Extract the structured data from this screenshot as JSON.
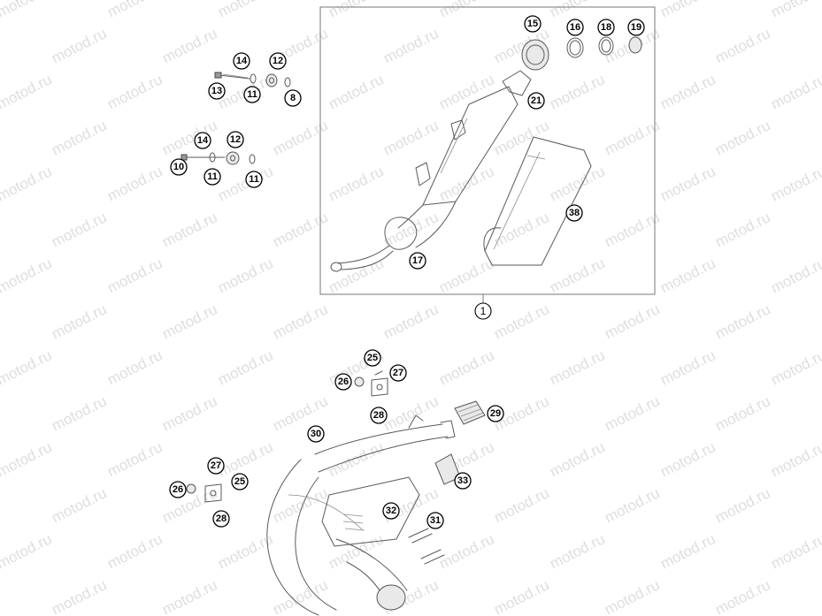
{
  "diagram": {
    "watermark": "motod.ru",
    "callouts": [
      {
        "id": "1"
      },
      {
        "id": "8"
      },
      {
        "id": "10"
      },
      {
        "id": "11a"
      },
      {
        "id": "11b"
      },
      {
        "id": "11c"
      },
      {
        "id": "12a"
      },
      {
        "id": "12b"
      },
      {
        "id": "13"
      },
      {
        "id": "14a"
      },
      {
        "id": "14b"
      },
      {
        "id": "15"
      },
      {
        "id": "16"
      },
      {
        "id": "17"
      },
      {
        "id": "18"
      },
      {
        "id": "19"
      },
      {
        "id": "21"
      },
      {
        "id": "25a"
      },
      {
        "id": "25b"
      },
      {
        "id": "26a"
      },
      {
        "id": "26b"
      },
      {
        "id": "27a"
      },
      {
        "id": "27b"
      },
      {
        "id": "28a"
      },
      {
        "id": "28b"
      },
      {
        "id": "29"
      },
      {
        "id": "30"
      },
      {
        "id": "31"
      },
      {
        "id": "32"
      },
      {
        "id": "33"
      },
      {
        "id": "38"
      }
    ],
    "labels": {
      "c1": "1",
      "c8": "8",
      "c10": "10",
      "c11a": "11",
      "c11b": "11",
      "c11c": "11",
      "c12a": "12",
      "c12b": "12",
      "c13": "13",
      "c14a": "14",
      "c14b": "14",
      "c15": "15",
      "c16": "16",
      "c17": "17",
      "c18": "18",
      "c19": "19",
      "c21": "21",
      "c25a": "25",
      "c25b": "25",
      "c26a": "26",
      "c26b": "26",
      "c27a": "27",
      "c27b": "27",
      "c28a": "28",
      "c28b": "28",
      "c29": "29",
      "c30": "30",
      "c31": "31",
      "c32": "32",
      "c33": "33",
      "c38": "38"
    }
  }
}
